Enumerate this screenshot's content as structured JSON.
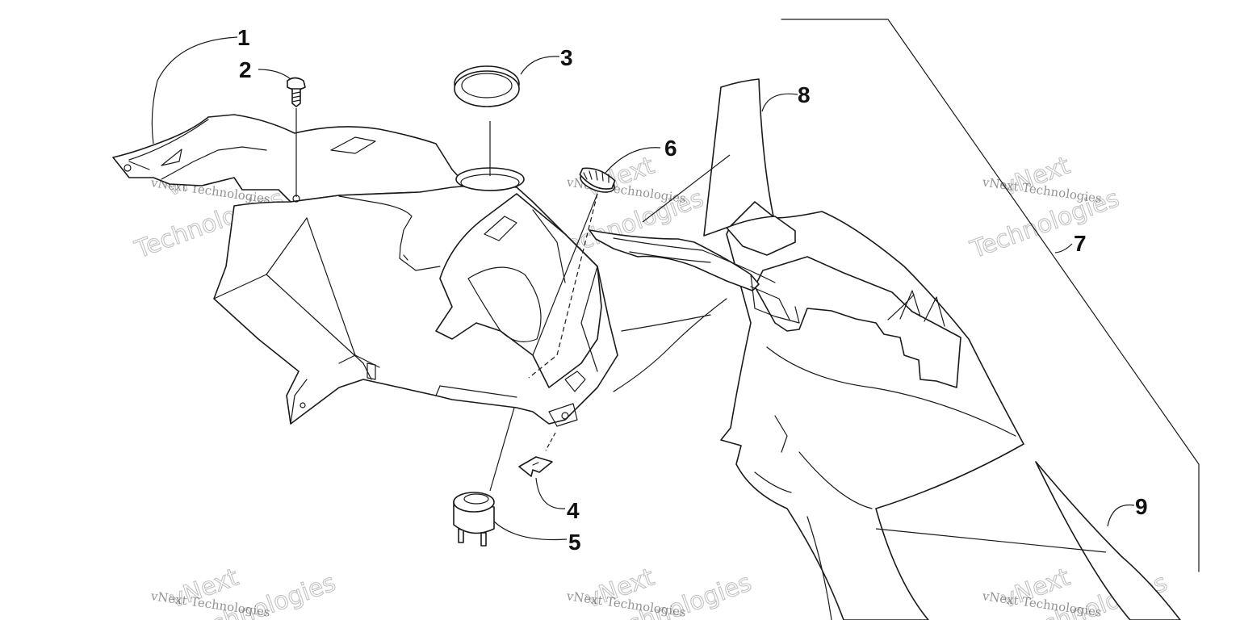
{
  "callouts": [
    {
      "id": "1",
      "label": "1"
    },
    {
      "id": "2",
      "label": "2"
    },
    {
      "id": "3",
      "label": "3"
    },
    {
      "id": "4",
      "label": "4"
    },
    {
      "id": "5",
      "label": "5"
    },
    {
      "id": "6",
      "label": "6"
    },
    {
      "id": "7",
      "label": "7"
    },
    {
      "id": "8",
      "label": "8"
    },
    {
      "id": "9",
      "label": "9"
    }
  ],
  "watermark": {
    "line1": "vNext Technologies",
    "word1": "vNext",
    "word2": "Technologies"
  }
}
